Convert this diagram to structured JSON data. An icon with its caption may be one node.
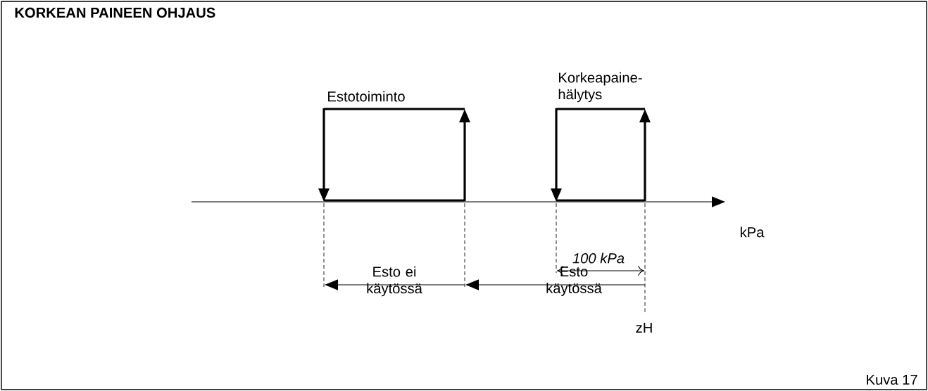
{
  "diagram": {
    "title": "KORKEAN PAINEEN OHJAUS",
    "caption": "Kuva 17",
    "labels": [
      "Korkeapaine- hälytys",
      "Estotoiminto",
      "kPa",
      "100 kPa",
      "Esto ei käytössä",
      "Esto käytössä",
      "zH"
    ]
  }
}
